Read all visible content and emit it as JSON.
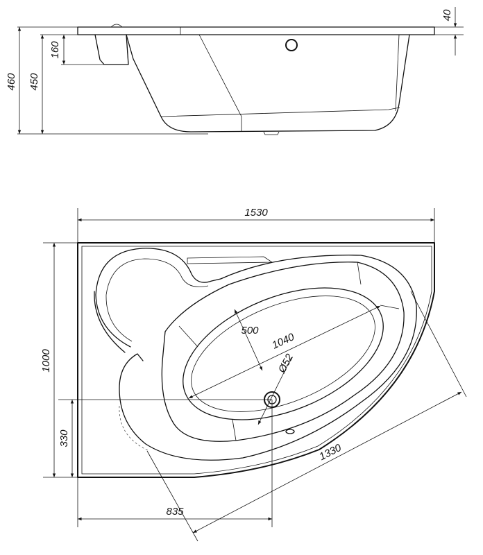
{
  "side_view": {
    "dims": {
      "total_height": "460",
      "tub_height": "450",
      "apron_height": "160",
      "rim_thickness": "40"
    }
  },
  "top_view": {
    "dims": {
      "length": "1530",
      "width": "1000",
      "offset": "330",
      "drain_x": "835",
      "diagonal": "1330",
      "inner_length": "1040",
      "inner_width": "500",
      "drain_diameter": "Ø52"
    }
  }
}
